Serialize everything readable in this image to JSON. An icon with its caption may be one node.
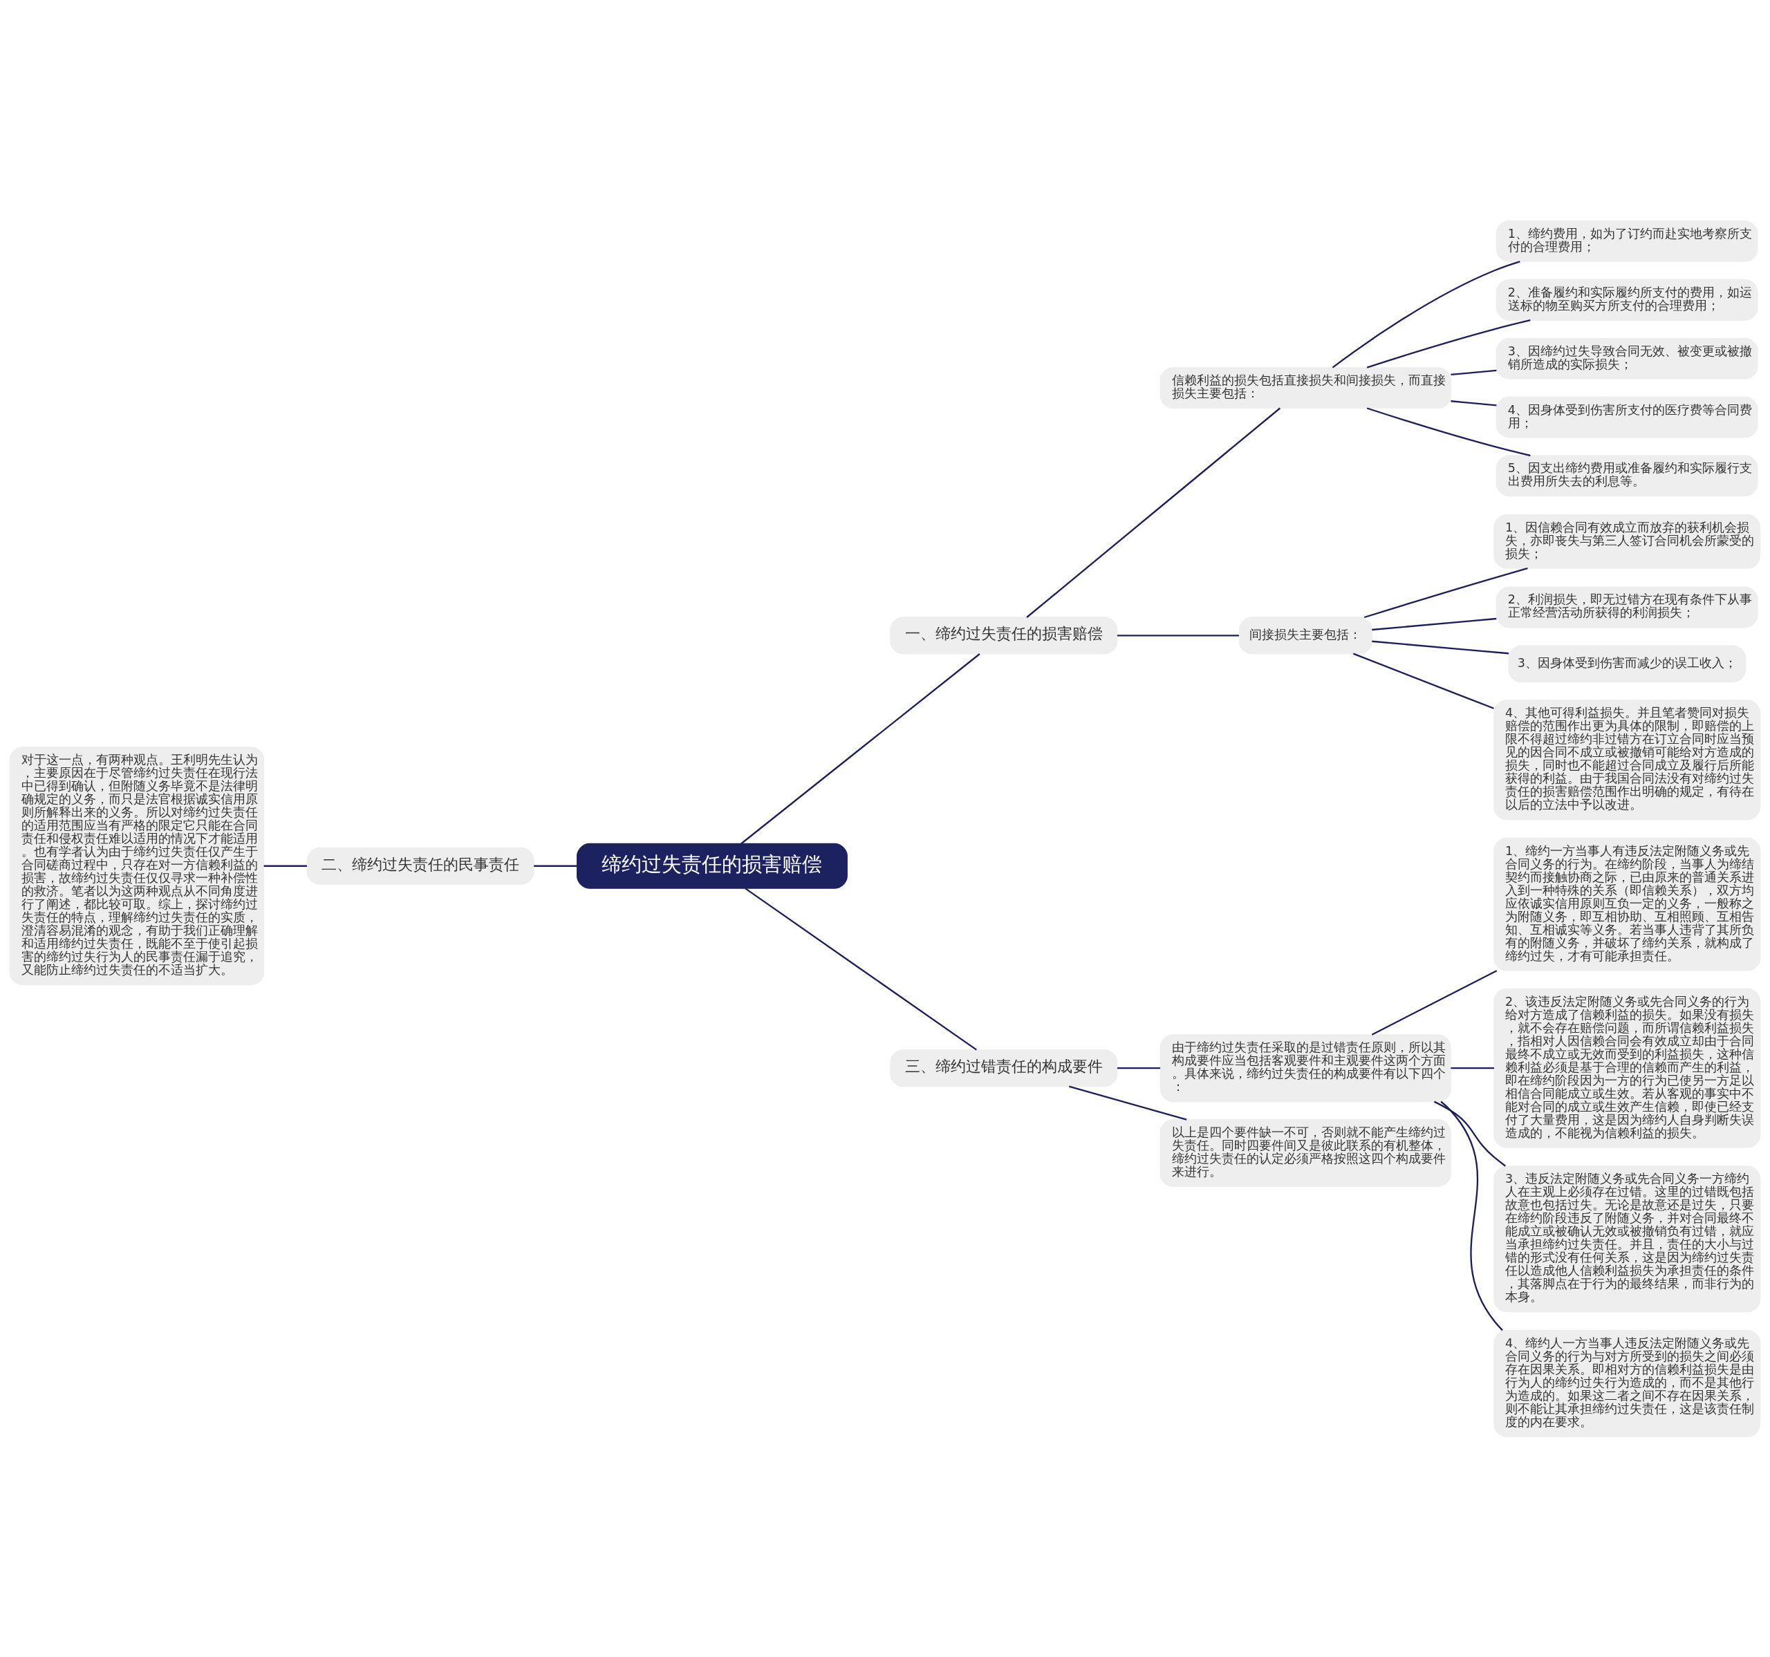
{
  "diagram": {
    "nodes": [
      {
        "text": [
          "缔约过失责任的损害赔偿"
        ]
      },
      {
        "text": [
          "一、缔约过失责任的损害赔偿"
        ]
      },
      {
        "text": [
          "信赖利益的损失包括直接损失和间接损失，而直接损失主要包括："
        ]
      },
      {
        "text": [
          "1、缔约费用，如为了订约而赴实地考察所支付的合理费用；"
        ]
      },
      {
        "text": [
          "2、准备履约和实际履约所支付的费用，如运送标的物至购买方所支付的合理费用；"
        ]
      },
      {
        "text": [
          "3、因缔约过失导致合同无效、被变更或被撤销所造成的实际损失；"
        ]
      },
      {
        "text": [
          "4、因身体受到伤害所支付的医疗费等合同费用；"
        ]
      },
      {
        "text": [
          "5、因支出缔约费用或准备履约和实际履行支出费用所失去的利息等。"
        ]
      },
      {
        "text": [
          "间接损失主要包括："
        ]
      },
      {
        "text": [
          "1、因信赖合同有效成立而放弃的获利机会损失，亦即丧失与第三人签订合同机会所蒙受的损失；"
        ]
      },
      {
        "text": [
          "2、利润损失，即无过错方在现有条件下从事正常经营活动所获得的利润损失；"
        ]
      },
      {
        "text": [
          "3、因身体受到伤害而减少的误工收入；"
        ]
      },
      {
        "text": [
          "4、其他可得利益损失。并且笔者赞同对损失赔偿的范围作出更为具体的限制，即赔偿的上限不得超过缔约非过错方在订立合同时应当预见的因合同不成立或被撤销可能给对方造成的损失，同时也不能超过合同成立及履行后所能获得的利益。由于我国合同法没有对缔约过失责任的损害赔偿范围作出明确的规定，有待在以后的立法中予以改进。"
        ]
      },
      {
        "text": [
          "二、缔约过失责任的民事责任"
        ]
      },
      {
        "text": [
          "对于这一点，有两种观点。王利明先生认为，主要原因在于尽管缔约过失责任在现行法中已得到确认，但附随义务毕竟不是法律明确规定的义务，而只是法官根据诚实信用原则所解释出来的义务。所以对缔约过失责任的适用范围应当有严格的限定它只能在合同责任和侵权责任难以适用的情况下才能适用。也有学者认为由于缔约过失责任仅产生于合同磋商过程中，只存在对一方信赖利益的损害，故缔约过失责任仅仅寻求一种补偿性的救济。笔者以为这两种观点从不同角度进行了阐述，都比较可取。综上，探讨缔约过失责任的特点，理解缔约过失责任的实质，澄清容易混淆的观念，有助于我们正确理解和适用缔约过失责任，既能不至于使引起损害的缔约过失行为人的民事责任漏于追究，又能防止缔约过失责任的不适当扩大。"
        ]
      },
      {
        "text": [
          "三、缔约过错责任的构成要件"
        ]
      },
      {
        "text": [
          "由于缔约过失责任采取的是过错责任原则，所以其构成要件应当包括客观要件和主观要件这两个方面。具体来说，缔约过失责任的构成要件有以下四个："
        ]
      },
      {
        "text": [
          "1、缔约一方当事人有违反法定附随义务或先合同义务的行为。在缔约阶段，当事人为缔结契约而接触协商之际，已由原来的普通关系进入到一种特殊的关系（即信赖关系），双方均应依诚实信用原则互负一定的义务，一般称之为附随义务，即互相协助、互相照顾、互相告知、互相诚实等义务。若当事人违背了其所负有的附随义务，并破坏了缔约关系，就构成了缔约过失，才有可能承担责任。"
        ]
      },
      {
        "text": [
          "2、该违反法定附随义务或先合同义务的行为给对方造成了信赖利益的损失。如果没有损失，就不会存在赔偿问题，而所谓信赖利益损失，指相对人因信赖合同会有效成立却由于合同最终不成立或无效而受到的利益损失，这种信赖利益必须是基于合理的信赖而产生的利益，即在缔约阶段因为一方的行为已使另一方足以相信合同能成立或生效。若从客观的事实中不能对合同的成立或生效产生信赖，即使已经支付了大量费用，这是因为缔约人自身判断失误造成的，不能视为信赖利益的损失。"
        ]
      },
      {
        "text": [
          "3、违反法定附随义务或先合同义务一方缔约人在主观上必须存在过错。这里的过错既包括故意也包括过失。无论是故意还是过失，只要在缔约阶段违反了附随义务，并对合同最终不能成立或被确认无效或被撤销负有过错，就应当承担缔约过失责任。并且，责任的大小与过错的形式没有任何关系，这是因为缔约过失责任以造成他人信赖利益损失为承担责任的条件，其落脚点在于行为的最终结果，而非行为的本身。"
        ]
      },
      {
        "text": [
          "4、缔约人一方当事人违反法定附随义务或先合同义务的行为与对方所受到的损失之间必须存在因果关系。即相对方的信赖利益损失是由行为人的缔约过失行为造成的，而不是其他行为造成的。如果这二者之间不存在因果关系，则不能让其承担缔约过失责任，这是该责任制度的内在要求。"
        ]
      },
      {
        "text": [
          "以上是四个要件缺一不可，否则就不能产生缔约过失责任。同时四要件间又是彼此联系的有机整体，缔约过失责任的认定必须严格按照这四个构成要件来进行。"
        ]
      }
    ],
    "edges": [
      {
        "from": 0,
        "to": 1,
        "arrow": "none"
      },
      {
        "from": 1,
        "to": 2,
        "arrow": "none"
      },
      {
        "from": 2,
        "to": 3,
        "arrow": "none"
      },
      {
        "from": 2,
        "to": 4,
        "arrow": "none"
      },
      {
        "from": 2,
        "to": 5,
        "arrow": "none"
      },
      {
        "from": 2,
        "to": 6,
        "arrow": "none"
      },
      {
        "from": 2,
        "to": 7,
        "arrow": "none"
      },
      {
        "from": 1,
        "to": 8,
        "arrow": "none"
      },
      {
        "from": 8,
        "to": 9,
        "arrow": "none"
      },
      {
        "from": 8,
        "to": 10,
        "arrow": "none"
      },
      {
        "from": 8,
        "to": 11,
        "arrow": "none"
      },
      {
        "from": 8,
        "to": 12,
        "arrow": "none"
      },
      {
        "from": 0,
        "to": 13,
        "arrow": "none"
      },
      {
        "from": 13,
        "to": 14,
        "arrow": "none"
      },
      {
        "from": 0,
        "to": 15,
        "arrow": "none"
      },
      {
        "from": 15,
        "to": 16,
        "arrow": "none"
      },
      {
        "from": 16,
        "to": 17,
        "arrow": "none"
      },
      {
        "from": 16,
        "to": 18,
        "arrow": "none"
      },
      {
        "from": 16,
        "to": 19,
        "arrow": "none"
      },
      {
        "from": 16,
        "to": 20,
        "arrow": "none"
      },
      {
        "from": 15,
        "to": 21,
        "arrow": "none"
      }
    ]
  }
}
